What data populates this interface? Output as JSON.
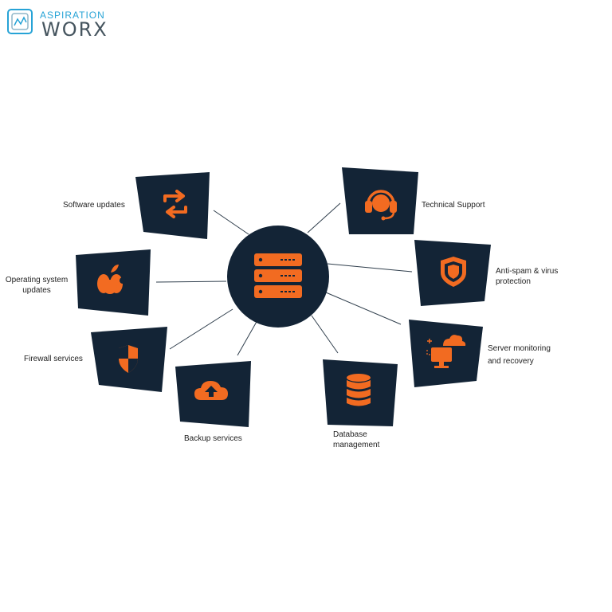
{
  "logo": {
    "top": "ASPIRATION",
    "bottom": "WORX"
  },
  "colors": {
    "tile": "#132436",
    "accent": "#f26b21",
    "line": "#2f3e4c",
    "logo_blue": "#27a3d6",
    "logo_gray": "#46555f"
  },
  "center": {
    "icon": "server-icon"
  },
  "services": [
    {
      "id": "software-updates",
      "label": "Software updates",
      "icon": "refresh-icon"
    },
    {
      "id": "technical-support",
      "label": "Technical Support",
      "icon": "headset-icon"
    },
    {
      "id": "operating-system-updates",
      "label_lines": [
        "Operating system",
        "updates"
      ],
      "icon": "apple-icon"
    },
    {
      "id": "anti-spam-virus",
      "label_lines": [
        "Anti-spam & virus",
        "protection"
      ],
      "icon": "shield-icon"
    },
    {
      "id": "firewall-services",
      "label": "Firewall services",
      "icon": "shield-half-icon"
    },
    {
      "id": "server-monitoring",
      "label_lines": [
        "Server monitoring",
        "and recovery"
      ],
      "icon": "monitor-cloud-icon"
    },
    {
      "id": "backup-services",
      "label": "Backup services",
      "icon": "cloud-upload-icon"
    },
    {
      "id": "database-management",
      "label_lines": [
        "Database",
        "management"
      ],
      "icon": "database-icon"
    }
  ]
}
